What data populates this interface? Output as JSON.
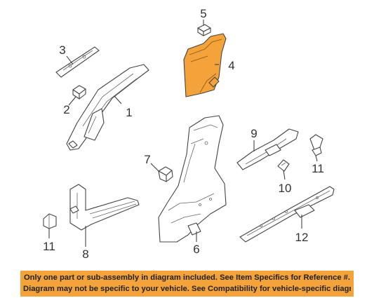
{
  "callouts": {
    "c1": "1",
    "c2": "2",
    "c3": "3",
    "c4": "4",
    "c5": "5",
    "c6": "6",
    "c7": "7",
    "c8": "8",
    "c9": "9",
    "c10": "10",
    "c11a": "11",
    "c11b": "11",
    "c12": "12"
  },
  "highlighted_part": "4",
  "colors": {
    "highlight": "#f4a23a",
    "line": "#444444",
    "banner_bg": "#f4a23a"
  },
  "banner": {
    "line1": "Only one part or sub-assembly in diagram included. See Item Specifics for Reference #.",
    "line2": "Diagram may not be specific to your vehicle. See Compatibility for vehicle-specific diagrams."
  }
}
